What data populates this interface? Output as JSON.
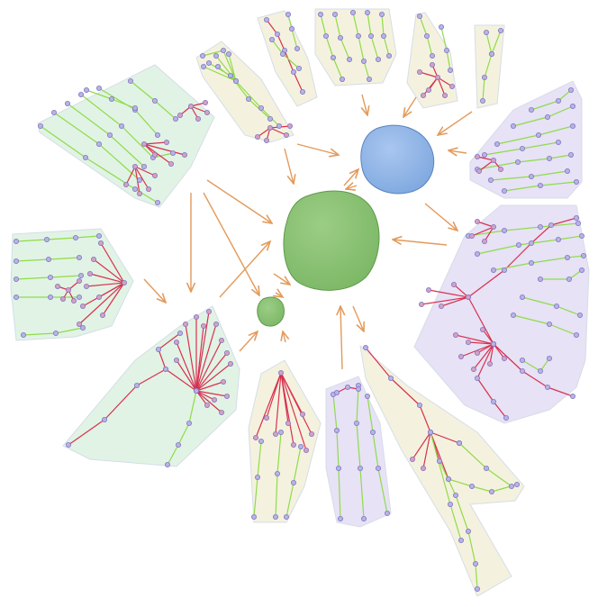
{
  "diagram": {
    "kind": "clustered-graph-overview",
    "colors": {
      "background": "#ffffff",
      "hull_green": "#dff2e4",
      "hull_yellow": "#f3f1dc",
      "hull_purple": "#e6e0f4",
      "hull_stroke": "#d5dde8",
      "blob_green": "#7cb866",
      "blob_green_stroke": "#5d9a4c",
      "blob_blue": "#80a9e0",
      "blob_blue_stroke": "#5a84bf",
      "arrow": "#e39a5a",
      "edge_green": "#8fdb4a",
      "edge_red": "#d8304f",
      "node_fill": "#b9b2e4",
      "node_stroke": "#7f77c4",
      "node_pink_fill": "#d6a0c0"
    },
    "central_nodes": [
      {
        "name": "large-green-cluster",
        "color": "blob_green"
      },
      {
        "name": "blue-cluster",
        "color": "blob_blue"
      },
      {
        "name": "small-green-cluster",
        "color": "blob_green"
      }
    ],
    "peripheral_clusters": [
      {
        "name": "cluster-top-left-green",
        "color": "hull_green"
      },
      {
        "name": "cluster-top-a",
        "color": "hull_yellow"
      },
      {
        "name": "cluster-top-b",
        "color": "hull_yellow"
      },
      {
        "name": "cluster-top-c",
        "color": "hull_yellow"
      },
      {
        "name": "cluster-top-d",
        "color": "hull_yellow"
      },
      {
        "name": "cluster-top-e",
        "color": "hull_yellow"
      },
      {
        "name": "cluster-right-top-purple",
        "color": "hull_purple"
      },
      {
        "name": "cluster-right-purple",
        "color": "hull_purple"
      },
      {
        "name": "cluster-left-green",
        "color": "hull_green"
      },
      {
        "name": "cluster-lower-left-green",
        "color": "hull_green"
      },
      {
        "name": "cluster-bottom-a",
        "color": "hull_yellow"
      },
      {
        "name": "cluster-bottom-purple",
        "color": "hull_purple"
      },
      {
        "name": "cluster-bottom-right",
        "color": "hull_yellow"
      }
    ]
  }
}
